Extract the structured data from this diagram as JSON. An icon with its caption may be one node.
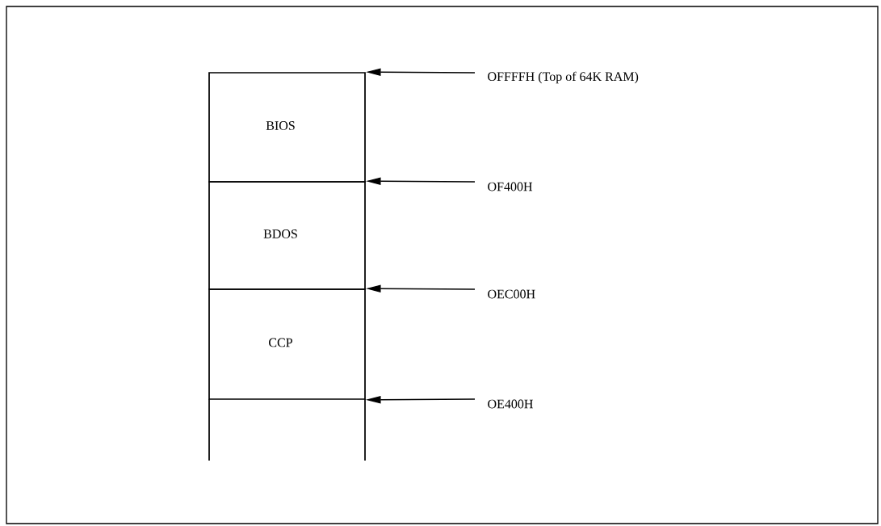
{
  "diagram": {
    "nodes": [
      {
        "text": [
          "BIOS"
        ]
      },
      {
        "text": [
          "BDOS"
        ]
      },
      {
        "text": [
          "CCP"
        ]
      },
      {
        "text": [
          "OFFFFH (Top of 64K RAM)"
        ]
      },
      {
        "text": [
          "OF400H"
        ]
      },
      {
        "text": [
          "OEC00H"
        ]
      },
      {
        "text": [
          "OE400H"
        ]
      }
    ],
    "edges": [
      {
        "from": 3,
        "to": 0,
        "arrow": "to"
      },
      {
        "from": 4,
        "to": 1,
        "arrow": "to"
      },
      {
        "from": 5,
        "to": 2,
        "arrow": "to"
      },
      {
        "from": 6,
        "to": 2,
        "arrow": "to"
      }
    ]
  }
}
